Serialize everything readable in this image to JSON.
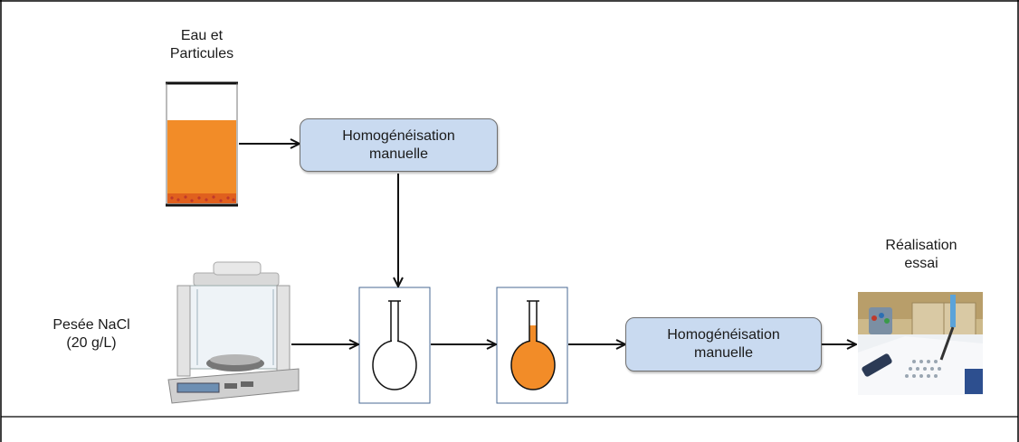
{
  "labels": {
    "source": "Eau et\nParticules",
    "weighing": "Pesée NaCl\n(20 g/L)",
    "test": "Réalisation\nessai"
  },
  "steps": {
    "mix_top": "Homogénéisation\nmanuelle",
    "mix_bottom": "Homogénéisation\nmanuelle"
  },
  "colors": {
    "liquid": "#f28c28",
    "box_fill": "#c9daf0",
    "sediment": "#c0392b"
  }
}
